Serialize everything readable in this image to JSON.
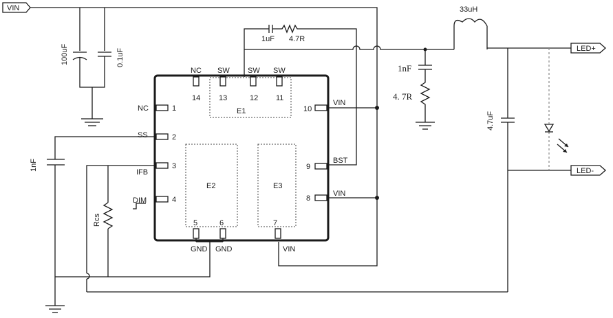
{
  "ports": {
    "vin": "VIN",
    "led_plus": "LED+",
    "led_minus": "LED-"
  },
  "chip": {
    "pins": {
      "p14": {
        "name": "NC",
        "num": "14"
      },
      "p13": {
        "name": "SW",
        "num": "13"
      },
      "p12": {
        "name": "SW",
        "num": "12"
      },
      "p11": {
        "name": "SW",
        "num": "11"
      },
      "p1": {
        "name": "NC",
        "num": "1"
      },
      "p2": {
        "name": "SS",
        "num": "2"
      },
      "p3": {
        "name": "IFB",
        "num": "3"
      },
      "p4": {
        "name": "DIM",
        "num": "4"
      },
      "p10": {
        "name": "VIN",
        "num": "10"
      },
      "p9": {
        "name": "BST",
        "num": "9"
      },
      "p8": {
        "name": "VIN",
        "num": "8"
      },
      "p5": {
        "name": "GND",
        "num": "5"
      },
      "p6": {
        "name": "GND",
        "num": "6"
      },
      "p7": {
        "name": "VIN",
        "num": "7"
      }
    },
    "pads": {
      "e1": "E1",
      "e2": "E2",
      "e3": "E3"
    }
  },
  "components": {
    "c_bulk": "100uF",
    "c_bypass": "0.1uF",
    "c_boot": "1uF",
    "r_boot": "4.7R",
    "inductor": "33uH",
    "c_snub": "1nF",
    "r_snub": "4. 7R",
    "c_out": "4.7uF",
    "c_ss": "1nF",
    "r_cs": "Rcs"
  }
}
